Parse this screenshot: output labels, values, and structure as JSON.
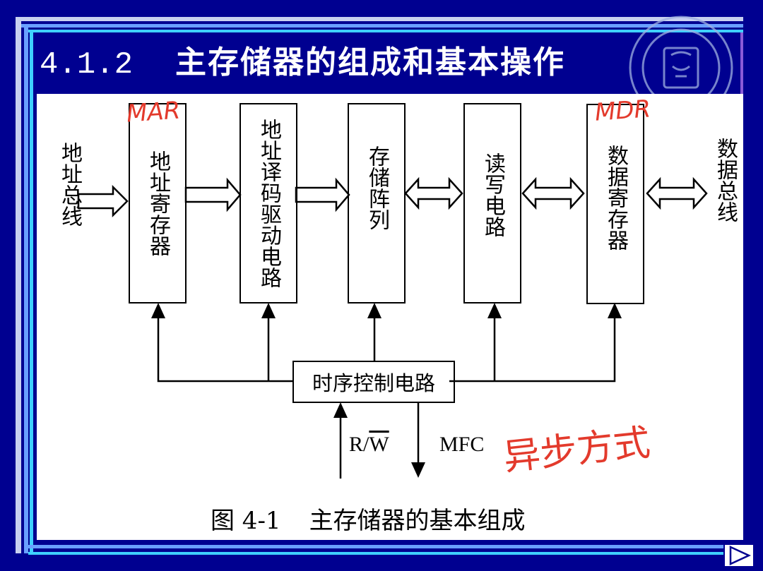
{
  "slide": {
    "section_number": "4.1.2",
    "section_title": "主存储器的组成和基本操作"
  },
  "diagram": {
    "input_bus": "地址总线",
    "output_bus": "数据总线",
    "boxes": [
      {
        "id": "mar",
        "label": "地址寄存器"
      },
      {
        "id": "decoder",
        "label": "地址译码驱动电路"
      },
      {
        "id": "array",
        "label": "存储阵列"
      },
      {
        "id": "rw",
        "label": "读写电路"
      },
      {
        "id": "mdr",
        "label": "数据寄存器"
      }
    ],
    "control_box": "时序控制电路",
    "signal_in": "R/W",
    "signal_in_overline": "W",
    "signal_out": "MFC",
    "caption_number": "图 4-1",
    "caption_text": "主存储器的基本组成"
  },
  "annotations": {
    "mar": "MAR",
    "mdr": "MDR",
    "async": "异步方式"
  },
  "colors": {
    "background": "#000090",
    "panel": "#ffffff",
    "handwriting": "#e33a2c",
    "title_text": "#ffffff"
  },
  "icons": [
    "university-seal-icon",
    "next-slide-arrow-icon"
  ]
}
